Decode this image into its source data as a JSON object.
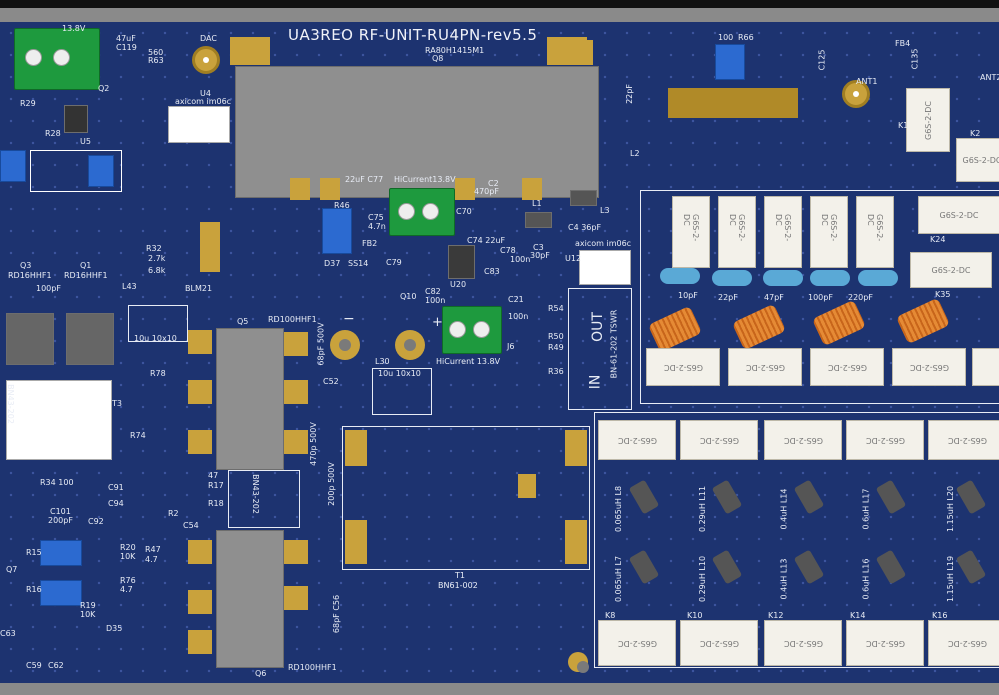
{
  "board_title": "UA3REO RF-UNIT-RU4PN-rev5.5",
  "colors": {
    "pcb": "#1d3370",
    "pads": "#c9a23c",
    "terminal": "#1e9a3e",
    "relay": "#f3f1ea",
    "background": "#8a8a8a"
  },
  "labels": {
    "v138": "13.8V",
    "c119": "C119",
    "c119v": "47uF",
    "r63": "R63",
    "r63v": "560",
    "dac": "DAC",
    "u4": "U4",
    "u4v": "axicom im06c",
    "q8": "Q8",
    "q8v": "RA80H1415M1",
    "u5": "U5",
    "r29": "R29",
    "r28": "R28",
    "q2": "Q2",
    "q3": "Q3",
    "q3v": "RD16HHF1",
    "q1": "Q1",
    "q1v": "RD16HHF1",
    "c100": "100pF",
    "l43": "L43",
    "l43v": "10u 10x10",
    "r32": "R32",
    "r32v": "2.7k",
    "r32b": "6.8k",
    "blm21": "BLM21",
    "j_hi1": "HiCurrent13.8V",
    "c77": "22uF C77",
    "r46": "R46",
    "c75": "C75",
    "c75v": "4.7n",
    "fb2": "FB2",
    "d37": "D37",
    "ss14": "SS14",
    "c79": "C79",
    "q10": "Q10",
    "c82": "C82",
    "c82v": "100n",
    "u20": "U20",
    "c2": "C2",
    "c2v": "470pF",
    "c70": "C70",
    "c74": "C74 22uF",
    "l1": "L1",
    "l3": "L3",
    "c4": "C4 36pF",
    "c3": "C3",
    "c3v": "30pF",
    "c78": "C78",
    "c78v": "100n",
    "c83": "C83",
    "u12": "U12",
    "u12v": "axicom im06c",
    "c21": "C21",
    "c21v": "100n",
    "j6": "J6",
    "j_hi2": "HiCurrent 13.8V",
    "r54": "R54",
    "r50": "R50",
    "r49": "R49",
    "r36": "R36",
    "out": "OUT",
    "in": "IN",
    "tswr": "BN-61-202 TSWR",
    "q5": "Q5",
    "q5v": "RD100HHF1",
    "q6": "Q6",
    "q6v": "RD100HHF1",
    "c52": "C52",
    "c52v": "68pF 500V",
    "c470": "470p 500V",
    "c200": "200p 500V",
    "c56": "68pF C56",
    "l30": "L30",
    "l30v": "10u 10x10",
    "t1": "T1",
    "t1v": "BN61-002",
    "bn43": "BN43-202",
    "t3": "T3",
    "t3v": "BN43-202",
    "minus": "−",
    "plus": "+",
    "r78": "R78",
    "r74": "R74",
    "r17": "R17",
    "r18": "R18",
    "r47v": "47",
    "c54": "C54",
    "r2": "R2",
    "r47": "R47",
    "r47v2": "4.7",
    "r76": "R76",
    "r76v": "4.7",
    "r20": "R20",
    "r20v": "10K",
    "r15": "R15",
    "r16": "R16",
    "r19": "R19",
    "r19v": "10K",
    "d35": "D35",
    "c91": "C91",
    "c94": "C94",
    "c92": "C92",
    "c101": "C101",
    "c101v": "200pF",
    "r34": "R34 100",
    "c59": "C59",
    "c62": "C62",
    "c63": "C63",
    "q7": "Q7",
    "r66": "R66",
    "r66v": "100",
    "c125": "C125",
    "fb4": "FB4",
    "c135": "C135",
    "ant1": "ANT1",
    "ant2": "ANT2",
    "k1": "K1",
    "k2": "K2",
    "k24": "K24",
    "k35": "K35",
    "c22": "22pF",
    "l2": "L2",
    "k8": "K8",
    "k10": "K10",
    "k12": "K12",
    "k14": "K14",
    "k16": "K16"
  },
  "relay_part": "G6S-2-DC",
  "filter_caps": [
    "10pF",
    "22pF",
    "47pF",
    "100pF",
    "220pF"
  ],
  "inductors_top": [
    "0.065uH L8",
    "0.29uH L11",
    "0.4uH L14",
    "0.6uH L17",
    "1.15uH L20"
  ],
  "inductors_bottom": [
    "0.065uH L7",
    "0.29uH L10",
    "0.4uH L13",
    "0.6uH L16",
    "1.15uH L19"
  ]
}
